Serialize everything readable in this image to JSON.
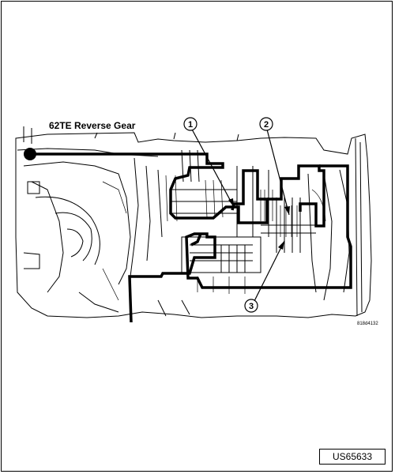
{
  "title": "62TE Reverse Gear",
  "figure_ref": "818d4132",
  "doc_id": "US65633",
  "callouts": [
    "1",
    "2",
    "3"
  ]
}
